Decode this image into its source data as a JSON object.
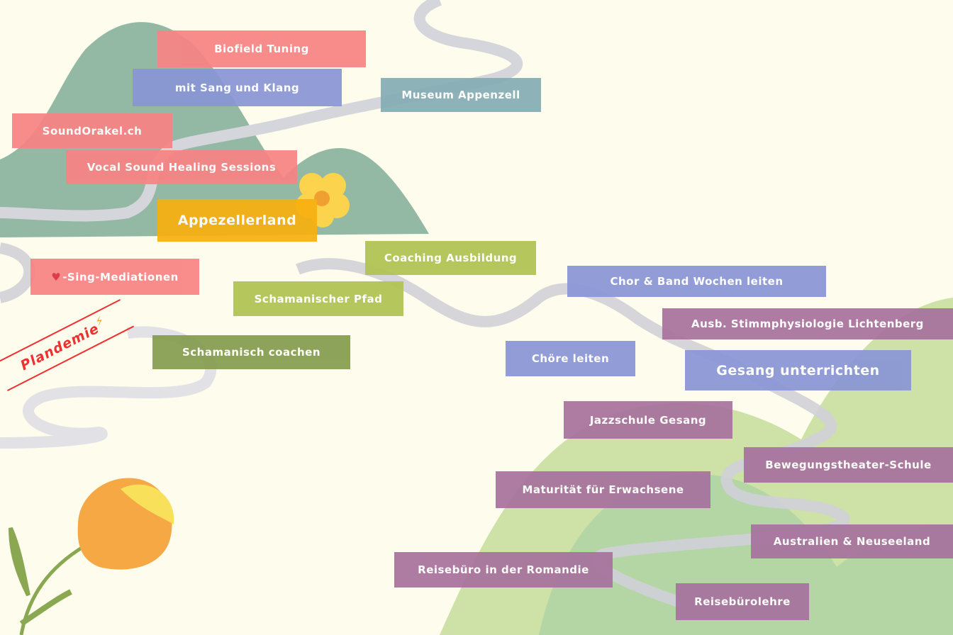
{
  "colors": {
    "background": "#fefcec",
    "pink": "#f88484",
    "blue": "#8a96d6",
    "teal": "#85adb5",
    "orange": "#f8b010",
    "lime": "#b0c352",
    "olive": "#859d4f",
    "purple": "#a8739e"
  },
  "tags": [
    {
      "label": "Biofield Tuning",
      "color": "pink"
    },
    {
      "label": "mit Sang und Klang",
      "color": "blue"
    },
    {
      "label": "Museum Appenzell",
      "color": "teal"
    },
    {
      "label": "SoundOrakel.ch",
      "color": "pink"
    },
    {
      "label": "Vocal Sound Healing Sessions",
      "color": "pink"
    },
    {
      "label": "Appezellerland",
      "color": "orange"
    },
    {
      "label": "Coaching Ausbildung",
      "color": "lime"
    },
    {
      "label": "-Sing-Mediationen",
      "color": "pink",
      "icon": "heart-icon"
    },
    {
      "label": "Schamanischer Pfad",
      "color": "lime"
    },
    {
      "label": "Schamanisch coachen",
      "color": "olive"
    },
    {
      "label": "Chor & Band Wochen leiten",
      "color": "blue"
    },
    {
      "label": "Ausb. Stimmphysiologie Lichtenberg",
      "color": "purple"
    },
    {
      "label": "Chöre leiten",
      "color": "blue"
    },
    {
      "label": "Gesang unterrichten",
      "color": "blue"
    },
    {
      "label": "Jazzschule Gesang",
      "color": "purple"
    },
    {
      "label": "Bewegungstheater-Schule",
      "color": "purple"
    },
    {
      "label": "Maturität für Erwachsene",
      "color": "purple"
    },
    {
      "label": "Australien & Neuseeland",
      "color": "purple"
    },
    {
      "label": "Reisebüro in der Romandie",
      "color": "purple"
    },
    {
      "label": "Reisebürolehre",
      "color": "purple"
    }
  ],
  "plandemie": {
    "label": "Plandemie",
    "icon": "lightning-icon"
  }
}
